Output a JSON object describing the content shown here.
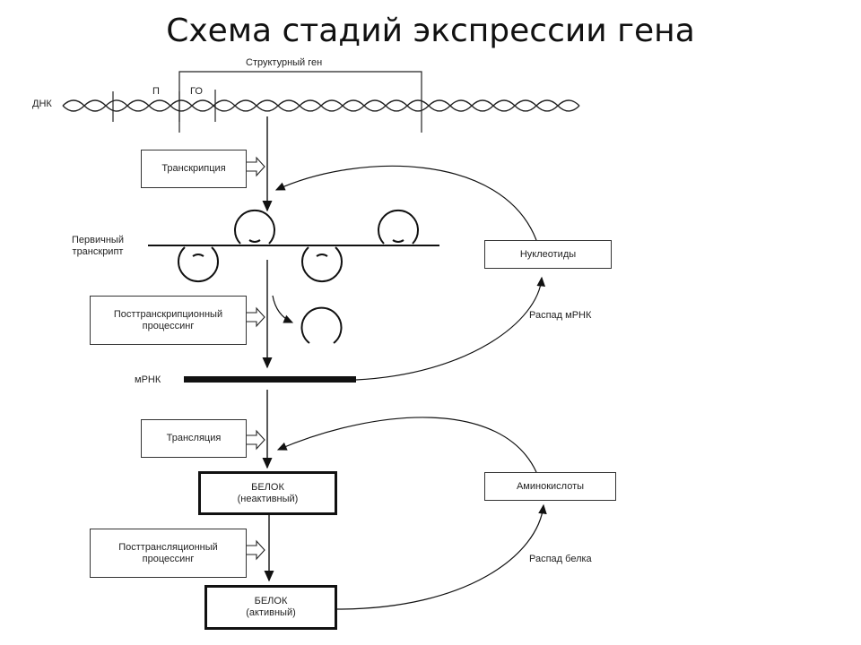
{
  "title": "Схема стадий экспрессии гена",
  "structural_gene": "Структурный ген",
  "promoter": "П",
  "operator": "ГО",
  "dna": "ДНК",
  "transcription": "Транскрипция",
  "primary_transcript": [
    "Первичный",
    "транскрипт"
  ],
  "posttranscriptional": [
    "Посттранскрипционный",
    "процессинг"
  ],
  "nucleotides": "Нуклеотиды",
  "mrna_decay": "Распад мРНК",
  "mrna": "мРНК",
  "translation": "Трансляция",
  "protein_inactive": [
    "БЕЛОК",
    "(неактивный)"
  ],
  "aminoacids": "Аминокислоты",
  "posttranslational": [
    "Посттрансляционный",
    "процессинг"
  ],
  "protein_decay": "Распад белка",
  "protein_active": [
    "БЕЛОК",
    "(активный)"
  ]
}
